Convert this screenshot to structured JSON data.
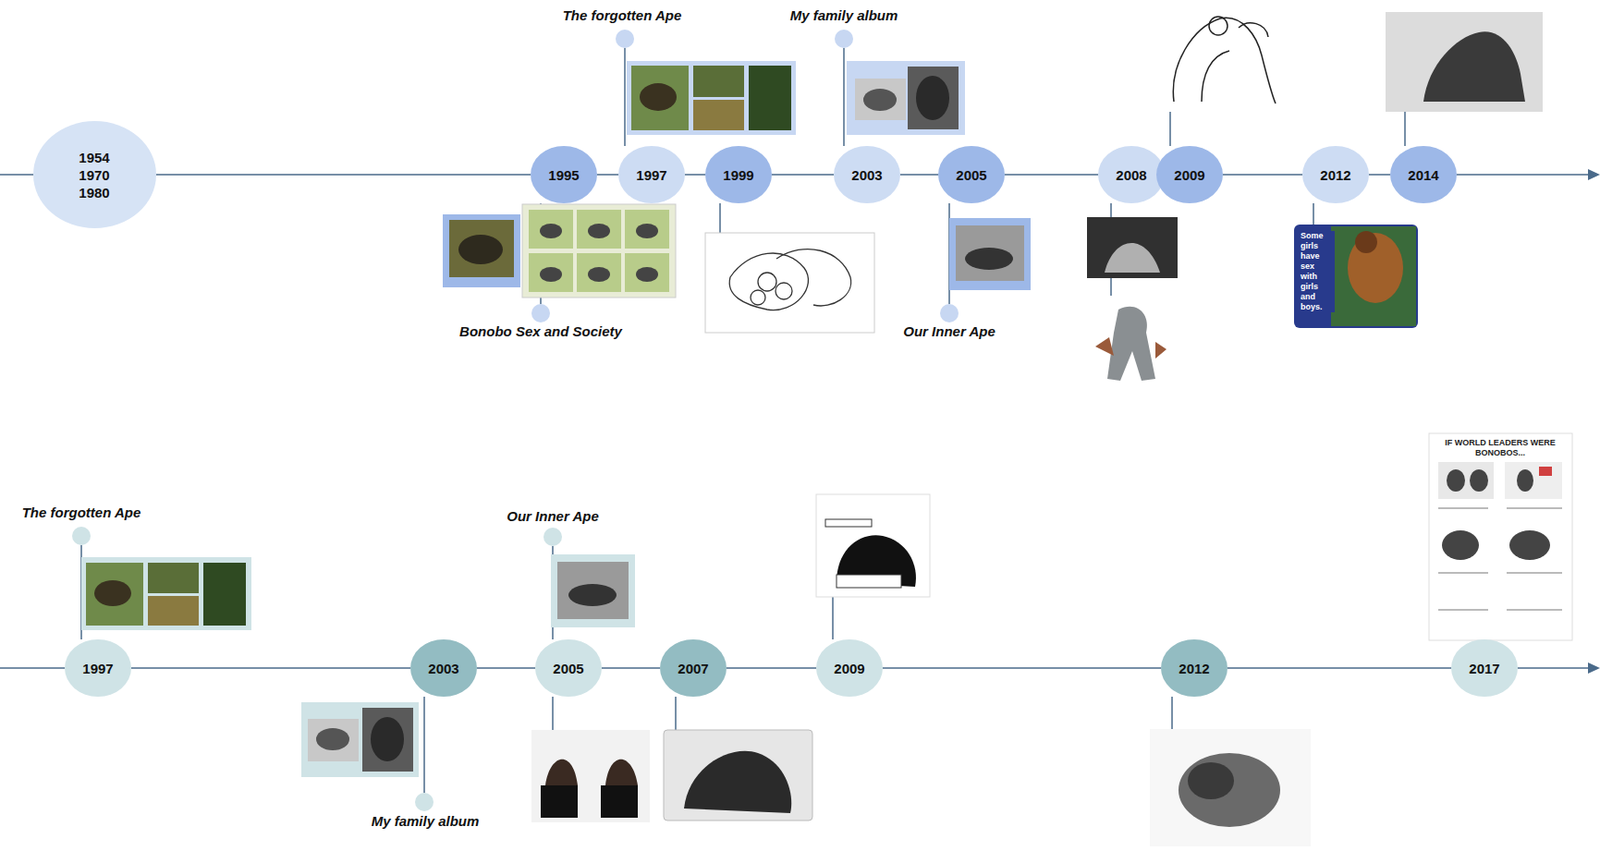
{
  "diagram": {
    "nodes": [
      {
        "text": [
          "1954 1970 1980"
        ]
      },
      {
        "text": [
          "1995"
        ]
      },
      {
        "text": [
          "1997"
        ]
      },
      {
        "text": [
          "1999"
        ]
      },
      {
        "text": [
          "2003"
        ]
      },
      {
        "text": [
          "2005"
        ]
      },
      {
        "text": [
          "2008"
        ]
      },
      {
        "text": [
          "2009"
        ]
      },
      {
        "text": [
          "2012"
        ]
      },
      {
        "text": [
          "2014"
        ]
      },
      {
        "text": [
          "1997"
        ]
      },
      {
        "text": [
          "2003"
        ]
      },
      {
        "text": [
          "2005"
        ]
      },
      {
        "text": [
          "2007"
        ]
      },
      {
        "text": [
          "2009"
        ]
      },
      {
        "text": [
          "2012"
        ]
      },
      {
        "text": [
          "2017"
        ]
      }
    ],
    "edges": [
      {
        "from": 0,
        "to": 1,
        "arrow": "none"
      },
      {
        "from": 1,
        "to": 2,
        "arrow": "none"
      },
      {
        "from": 2,
        "to": 3,
        "arrow": "none"
      },
      {
        "from": 3,
        "to": 4,
        "arrow": "none"
      },
      {
        "from": 4,
        "to": 5,
        "arrow": "none"
      },
      {
        "from": 5,
        "to": 6,
        "arrow": "none"
      },
      {
        "from": 6,
        "to": 7,
        "arrow": "none"
      },
      {
        "from": 7,
        "to": 8,
        "arrow": "none"
      },
      {
        "from": 8,
        "to": 9,
        "arrow": "none"
      },
      {
        "from": 10,
        "to": 11,
        "arrow": "none"
      },
      {
        "from": 11,
        "to": 12,
        "arrow": "none"
      },
      {
        "from": 12,
        "to": 13,
        "arrow": "none"
      },
      {
        "from": 13,
        "to": 14,
        "arrow": "none"
      },
      {
        "from": 14,
        "to": 15,
        "arrow": "none"
      },
      {
        "from": 15,
        "to": 16,
        "arrow": "none"
      }
    ],
    "labels": [
      "The forgotten Ape",
      "My family album",
      "Bonobo Sex and Society",
      "Our Inner Ape",
      "Some girls have sex with girls and boys.",
      "The forgotten Ape",
      "Our Inner Ape",
      "IF WORLD LEADERS WERE BONOBOS...",
      "My family album"
    ]
  }
}
